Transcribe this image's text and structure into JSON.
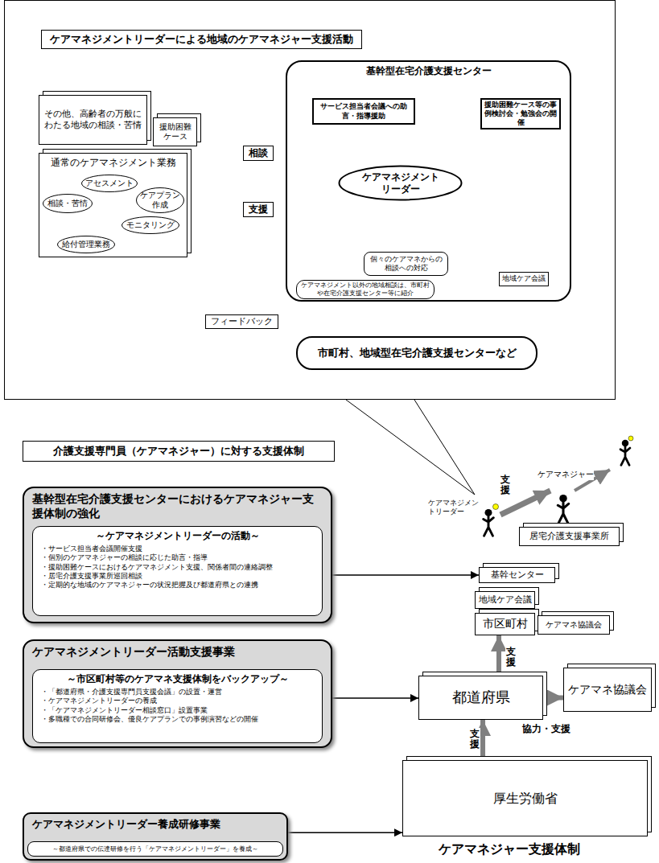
{
  "diagram": {
    "caption": "ケアマネジャー支援体制",
    "nodes": [
      {
        "text": [
          "ケアマネジメントリーダーによる地域のケアマネジャー支援活動"
        ]
      },
      {
        "text": [
          "その他、高齢者の万般にわたる地域の相談・苦情"
        ],
        "in": 0
      },
      {
        "text": [
          "援助困難ケース"
        ],
        "in": 0
      },
      {
        "text": [
          "通常のケアマネジメント業務"
        ],
        "in": 0
      },
      {
        "text": [
          "相談・苦情"
        ],
        "in": 3
      },
      {
        "text": [
          "アセスメント"
        ],
        "in": 3
      },
      {
        "text": [
          "ケアプラン作成"
        ],
        "in": 3
      },
      {
        "text": [
          "モニタリング"
        ],
        "in": 3
      },
      {
        "text": [
          "給付管理業務"
        ],
        "in": 3
      },
      {
        "text": [
          "基幹型在宅介護支援センター"
        ],
        "in": 0
      },
      {
        "text": [
          "サービス担当者会議への助言・指導援助"
        ],
        "in": 9
      },
      {
        "text": [
          "援助困難ケース等の事例検討会・勉強会の開催"
        ],
        "in": 9
      },
      {
        "text": [
          "ケアマネジメントリーダー"
        ],
        "in": 9
      },
      {
        "text": [
          "個々のケアマネからの相談への対応"
        ],
        "in": 9
      },
      {
        "text": [
          "地域ケア会議"
        ],
        "in": 9
      },
      {
        "text": [
          "ケアマネジメント以外の地域相談は、市町村や在宅介護支援センター等に紹介"
        ],
        "in": 9
      },
      {
        "text": [
          "市町村、地域型在宅介護支援センターなど"
        ],
        "in": 0
      },
      {
        "text": [
          "介護支援専門員（ケアマネジャー）に対する支援体制"
        ]
      },
      {
        "text": [
          "基幹型在宅介護支援センターにおけるケアマネジャー支援体制の強化"
        ]
      },
      {
        "text": [
          "～ケアマネジメントリーダーの活動～",
          "・サービス担当者会議開催支援",
          "・個別のケアマネジャーの相談に応じた助言・指導",
          "・援助困難ケースにおけるケアマネジメント支援、関係者間の連絡調整",
          "・居宅介護支援事業所巡回相談",
          "・定期的な地域のケアマネジャーの状況把握及び都道府県との連携"
        ],
        "in": 18
      },
      {
        "text": [
          "ケアマネジメントリーダー活動支援事業"
        ]
      },
      {
        "text": [
          "～市区町村等のケアマネ支援体制をバックアップ～",
          "・「都道府県・介護支援専門員支援会議」の設置・運営",
          "・ケアマネジメントリーダーの養成",
          "・「ケアマネジメントリーダー相談窓口」設置事業",
          "・多職種での合同研修会、優良ケアプランでの事例演習などの開催"
        ],
        "in": 20
      },
      {
        "text": [
          "ケアマネジメントリーダー養成研修事業"
        ]
      },
      {
        "text": [
          "～都道府県での伝達研修を行う「ケアマネジメントリーダー」を養成～"
        ],
        "in": 22
      },
      {
        "text": [
          "厚生労働省"
        ]
      },
      {
        "text": [
          "都道府県"
        ]
      },
      {
        "text": [
          "ケアマネ協議会"
        ]
      },
      {
        "text": [
          "市区町村"
        ]
      },
      {
        "text": [
          "地域ケア会議"
        ]
      },
      {
        "text": [
          "ケアマネ協議会"
        ]
      },
      {
        "text": [
          "基幹センター"
        ]
      },
      {
        "text": [
          "居宅介護支援事業所"
        ]
      }
    ],
    "edges": [
      {
        "from": 3,
        "to": 9,
        "label": "相談",
        "arrow": "to"
      },
      {
        "from": 9,
        "to": 3,
        "label": "支援",
        "arrow": "to"
      },
      {
        "from": 12,
        "to": 10,
        "arrow": "to"
      },
      {
        "from": 12,
        "to": 11,
        "arrow": "to"
      },
      {
        "from": 12,
        "to": 13,
        "arrow": "to"
      },
      {
        "from": 12,
        "to": 14,
        "arrow": "to"
      },
      {
        "from": 9,
        "to": 16,
        "arrow": "to"
      },
      {
        "from": 18,
        "to": 30,
        "arrow": "to"
      },
      {
        "from": 20,
        "to": 25,
        "arrow": "to"
      },
      {
        "from": 22,
        "to": 24,
        "arrow": "to"
      },
      {
        "from": 24,
        "to": 25,
        "label": "支援",
        "arrow": "to"
      },
      {
        "from": 25,
        "to": 27,
        "label": "支援",
        "arrow": "to"
      },
      {
        "from": 25,
        "to": 26,
        "label": "協力・支援",
        "arrow": "to"
      }
    ],
    "labels": [
      "フィードバック",
      "ケアマネジメントリーダー",
      "ケアマネジャー",
      "支援"
    ]
  }
}
